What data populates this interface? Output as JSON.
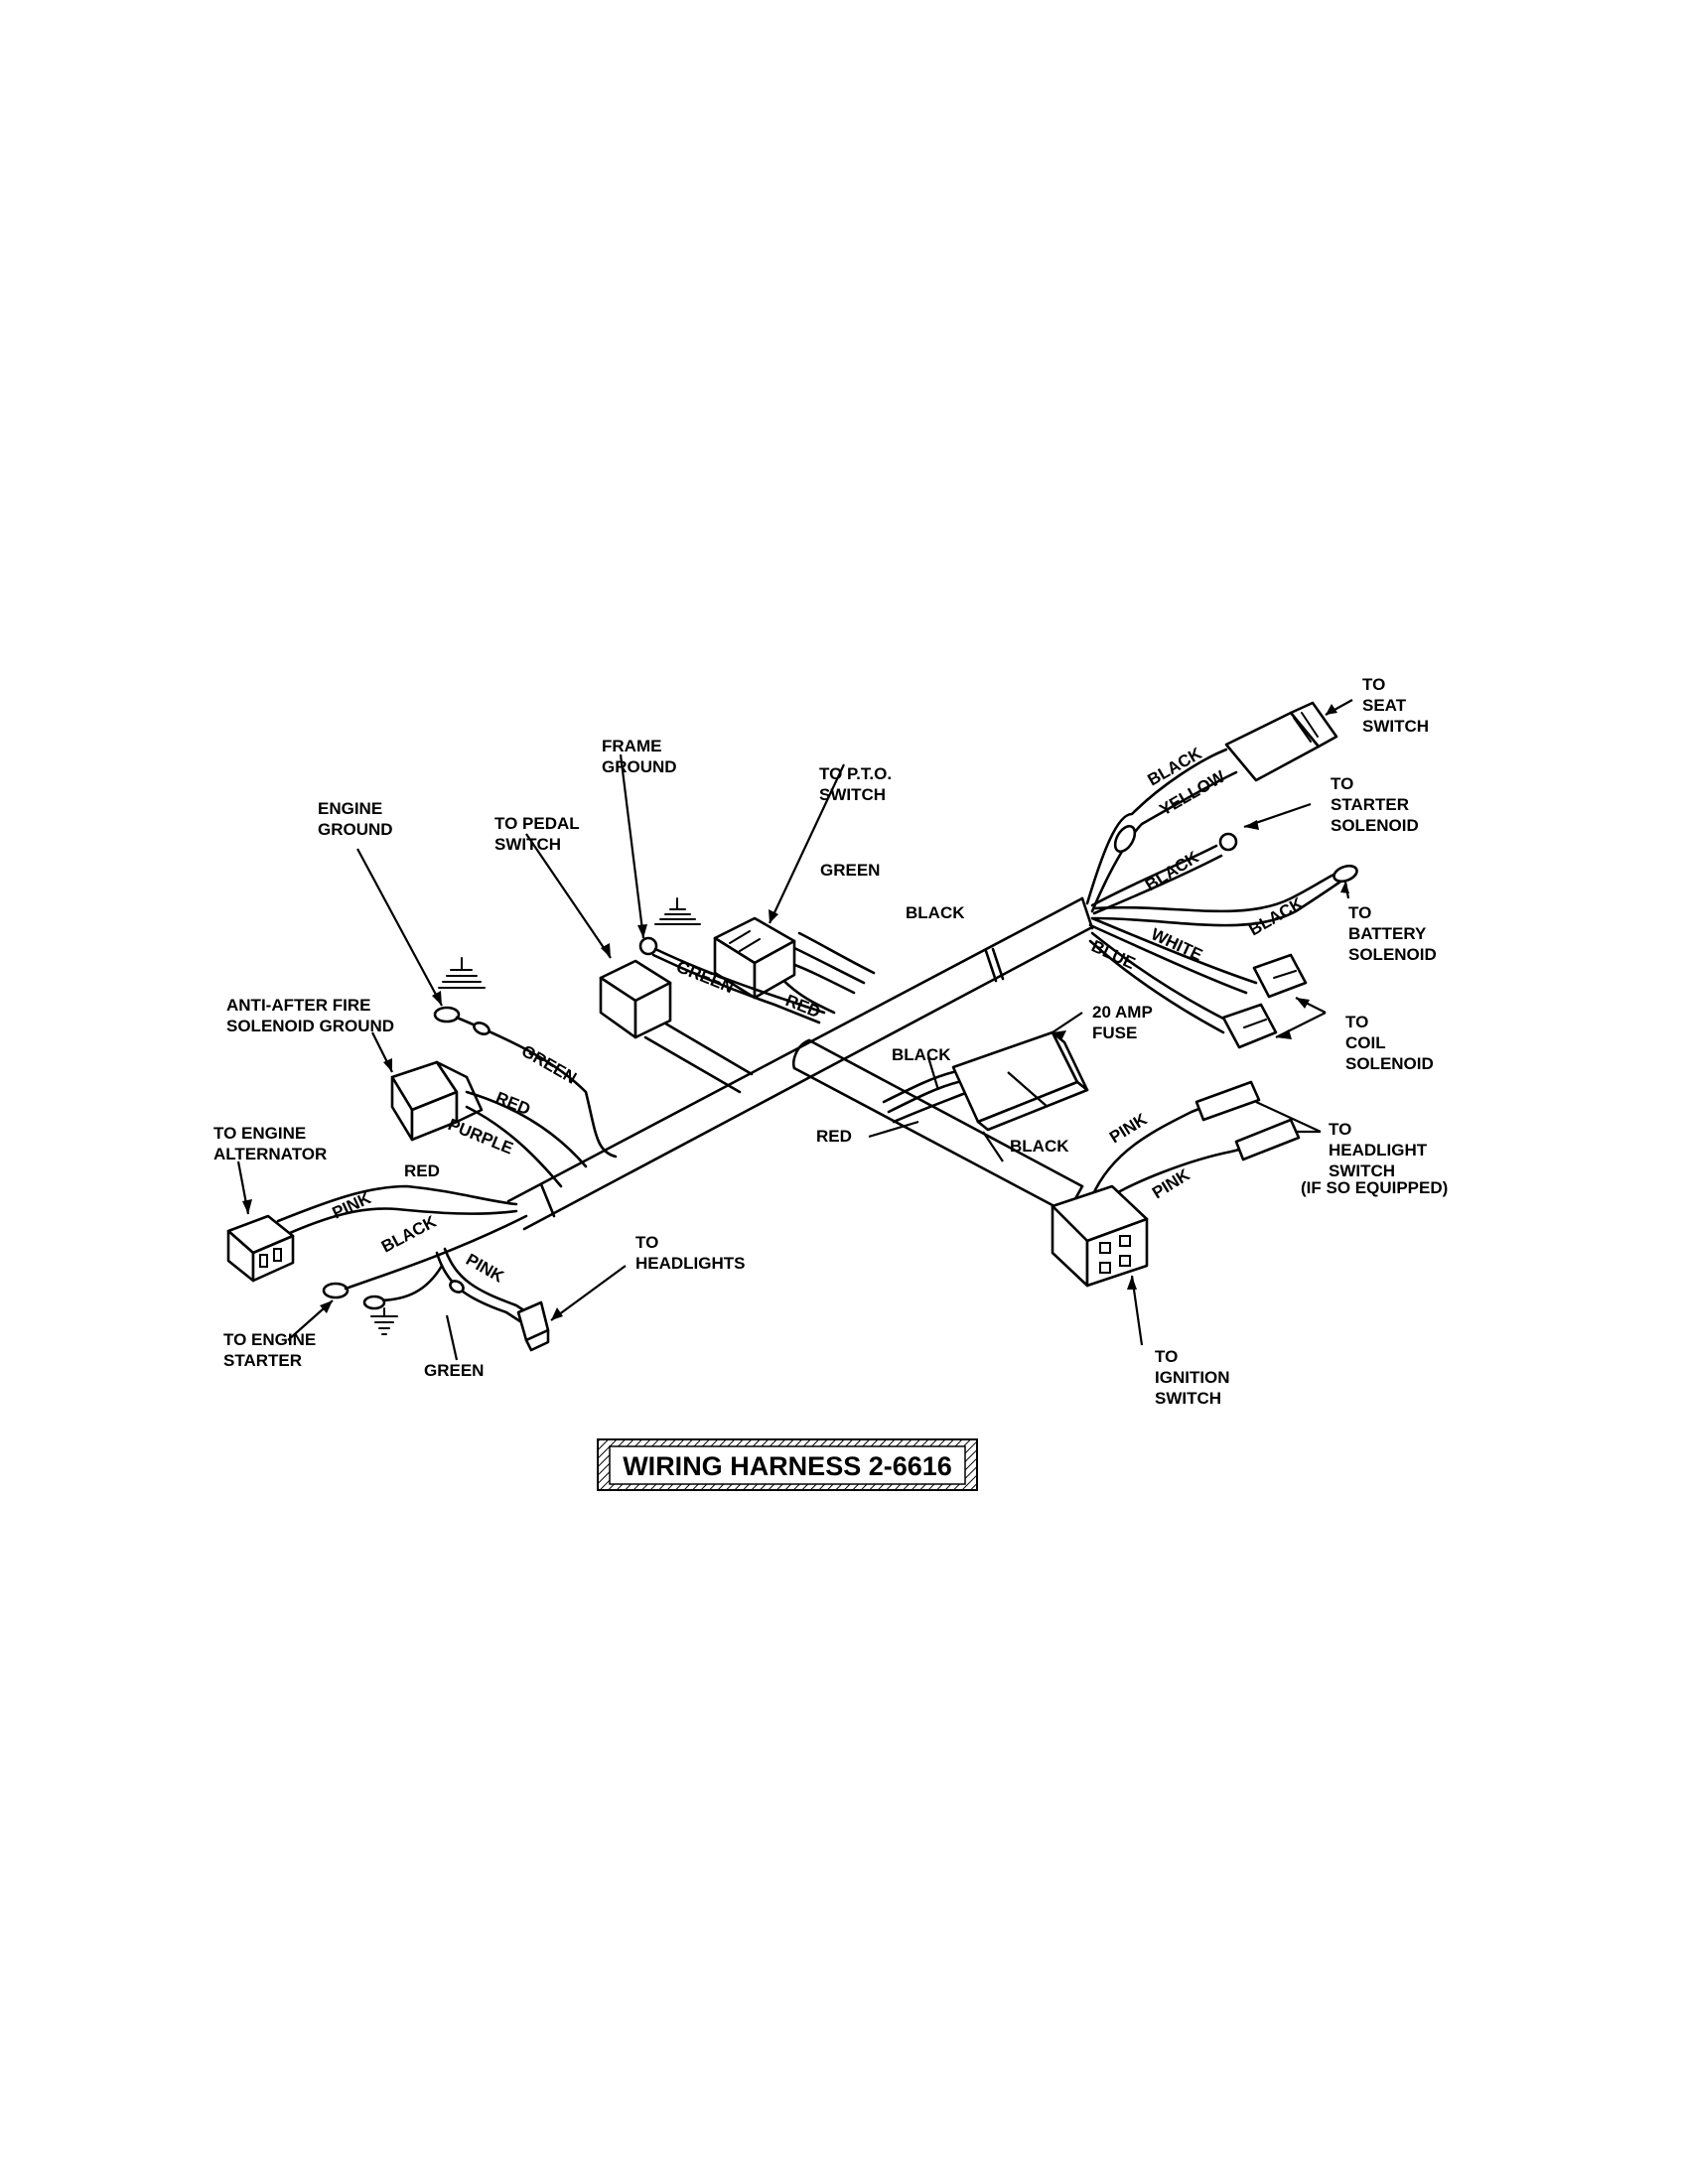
{
  "title": "WIRING HARNESS 2-6616",
  "callouts": {
    "seat_switch": [
      "TO",
      "SEAT",
      "SWITCH"
    ],
    "starter_solenoid": [
      "TO",
      "STARTER",
      "SOLENOID"
    ],
    "battery_solenoid": [
      "TO",
      "BATTERY",
      "SOLENOID"
    ],
    "coil_solenoid": [
      "TO",
      "COIL",
      "SOLENOID"
    ],
    "headlight_switch": [
      "TO",
      "HEADLIGHT",
      "SWITCH",
      "(IF SO EQUIPPED)"
    ],
    "ignition_switch": [
      "TO",
      "IGNITION",
      "SWITCH"
    ],
    "fuse": [
      "20 AMP",
      "FUSE"
    ],
    "pto_switch": [
      "TO P.T.O.",
      "SWITCH"
    ],
    "frame_ground": [
      "FRAME",
      "GROUND"
    ],
    "pedal_switch": [
      "TO PEDAL",
      "SWITCH"
    ],
    "engine_ground": [
      "ENGINE",
      "GROUND"
    ],
    "anti_after_fire": [
      "ANTI-AFTER FIRE",
      "SOLENOID GROUND"
    ],
    "engine_alternator": [
      "TO ENGINE",
      "ALTERNATOR"
    ],
    "engine_starter": [
      "TO ENGINE",
      "STARTER"
    ],
    "headlights": [
      "TO",
      "HEADLIGHTS"
    ]
  },
  "wire_labels": {
    "black_seat": "BLACK",
    "yellow_seat": "YELLOW",
    "black_starter": "BLACK",
    "black_battery": "BLACK",
    "white_coil": "WHITE",
    "blue_coil": "BLUE",
    "green_pto": "GREEN",
    "black_pto": "BLACK",
    "green_frame": "GREEN",
    "red_pto": "RED",
    "black_fuse_top": "BLACK",
    "black_fuse_bottom": "BLACK",
    "red_fuse": "RED",
    "pink_hl_upper": "PINK",
    "pink_hl_lower": "PINK",
    "green_engine_ground": "GREEN",
    "red_anti": "RED",
    "purple_anti": "PURPLE",
    "red_alt": "RED",
    "pink_alt": "PINK",
    "black_starter_eng": "BLACK",
    "pink_headlights": "PINK",
    "green_bottom": "GREEN"
  }
}
